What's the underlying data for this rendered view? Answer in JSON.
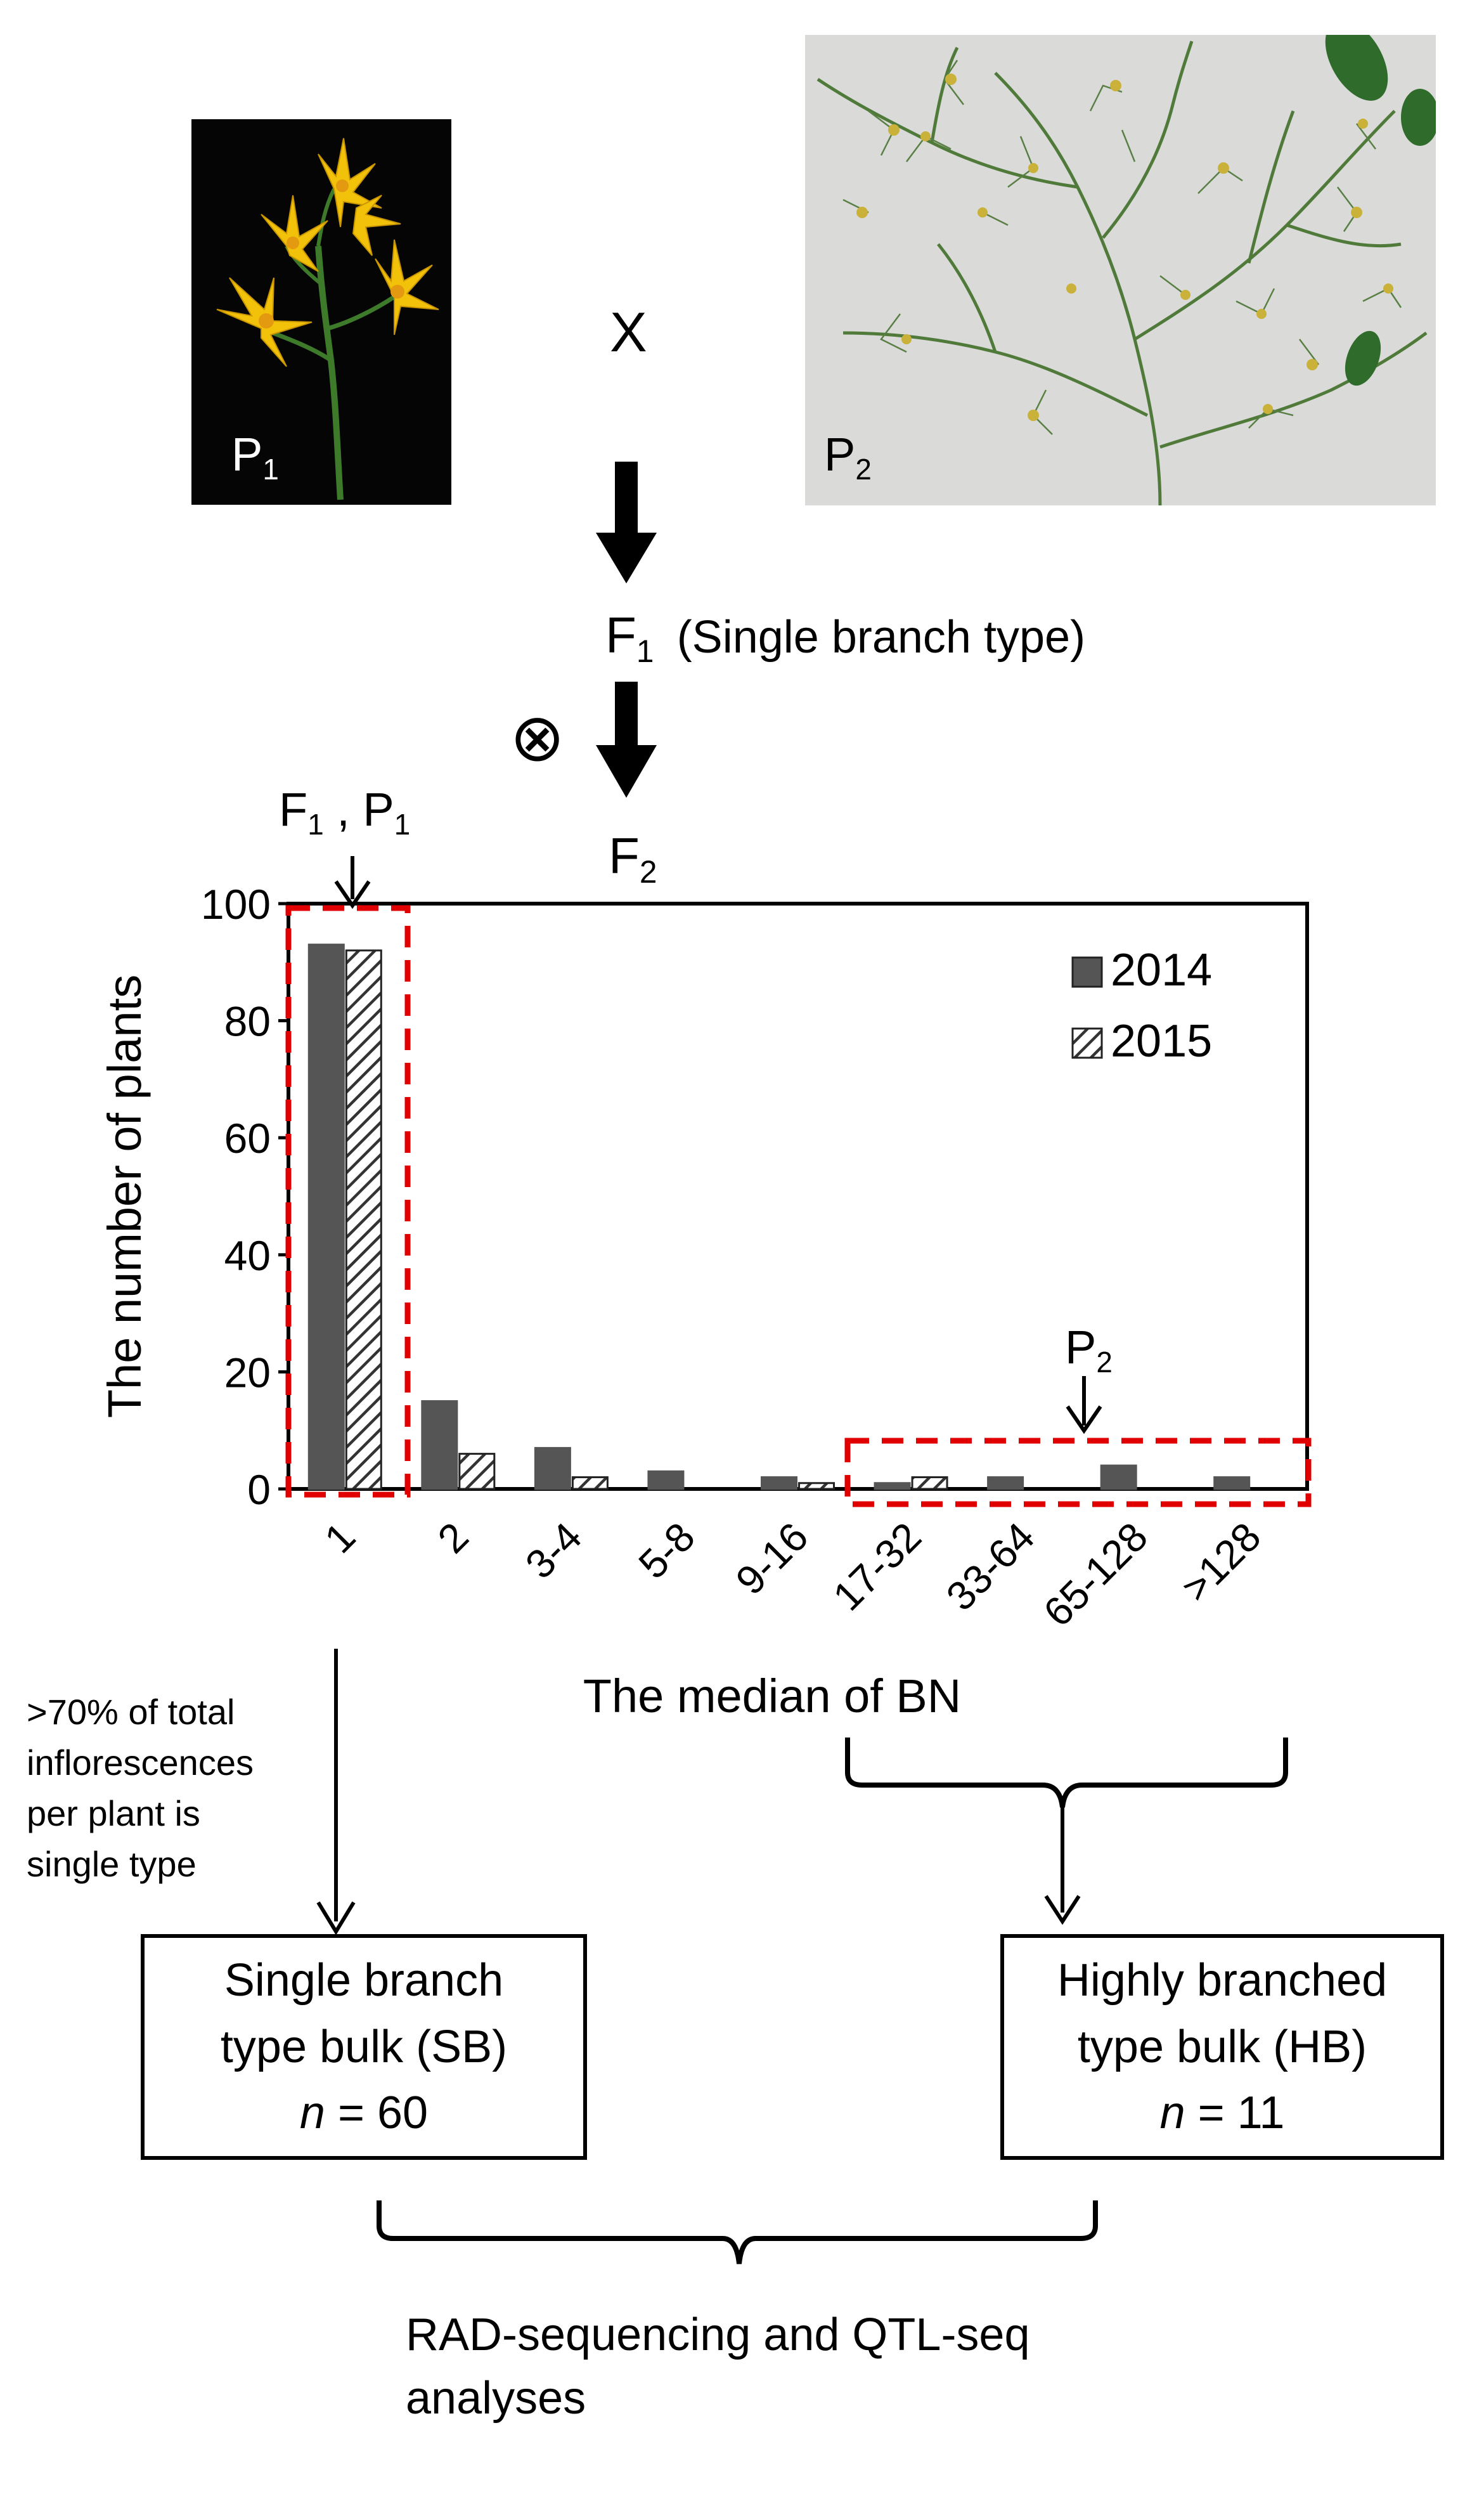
{
  "parents": {
    "p1": {
      "label": "P",
      "sub": "1"
    },
    "p2": {
      "label": "P",
      "sub": "2"
    },
    "cross_symbol": "X"
  },
  "f1": {
    "label": "F",
    "sub": "1",
    "desc": "(Single branch type)"
  },
  "selfing_symbol": "⊗",
  "f2": {
    "label": "F",
    "sub": "2"
  },
  "chart_annotations": {
    "f1p1": {
      "a": "F",
      "a_sub": "1",
      "sep": " , ",
      "b": "P",
      "b_sub": "1"
    },
    "p2": {
      "label": "P",
      "sub": "2"
    }
  },
  "chart_data": {
    "type": "bar",
    "categories": [
      "1",
      "2",
      "3-4",
      "5-8",
      "9-16",
      "17-32",
      "33-64",
      "65-128",
      ">128"
    ],
    "series": [
      {
        "name": "2014",
        "values": [
          93,
          15,
          7,
          3,
          2,
          1,
          2,
          4,
          2
        ],
        "color": "#555555",
        "pattern": "solid"
      },
      {
        "name": "2015",
        "values": [
          92,
          6,
          2,
          0,
          1,
          2,
          0,
          0,
          0
        ],
        "color": "#ffffff",
        "pattern": "hatch"
      }
    ],
    "xlabel": "The median of BN",
    "ylabel": "The number of plants",
    "ylim": [
      0,
      100
    ],
    "yticks": [
      0,
      20,
      40,
      60,
      80,
      100
    ],
    "grid": false,
    "legend": "top-right",
    "highlight_colors": "#e00000"
  },
  "selection_note": {
    "lines": [
      ">70% of total",
      "inflorescences",
      "per plant is",
      "single type"
    ]
  },
  "bulks": {
    "sb": {
      "line1": "Single branch",
      "line2": "type bulk (SB)",
      "n_label": "n",
      "n_value": " = 60"
    },
    "hb": {
      "line1": "Highly branched",
      "line2": "type bulk (HB)",
      "n_label": "n",
      "n_value": " = 11"
    }
  },
  "analysis": {
    "line1": "RAD-sequencing and QTL-seq",
    "line2": "analyses"
  }
}
